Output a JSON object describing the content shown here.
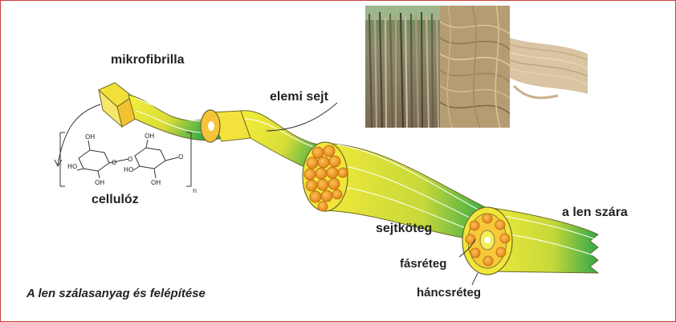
{
  "labels": {
    "mikrofibrilla": "mikrofibrilla",
    "elemi_sejt": "elemi sejt",
    "cellulose": "cellulóz",
    "sejtkoteg": "sejtköteg",
    "a_len_szara": "a len szára",
    "fasreteg": "fásréteg",
    "hancsreteg": "háncsréteg"
  },
  "caption": "A len szálasanyag és felépítése",
  "molecule": {
    "oh": "OH",
    "ho": "HO",
    "o": "O",
    "n": "n"
  },
  "colors": {
    "frame": "#c8403a",
    "fiber_yellow": "#f2ea3a",
    "fiber_green": "#2fa84a",
    "bundle_orange": "#f39a1e"
  }
}
